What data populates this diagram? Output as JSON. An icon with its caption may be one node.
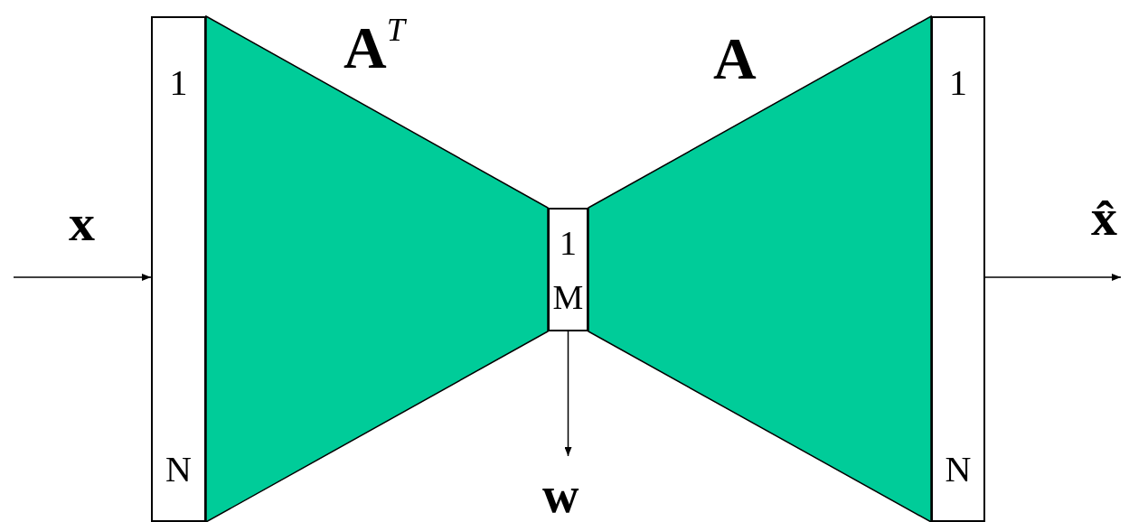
{
  "diagram": {
    "nodes": [
      {
        "text": [
          "1",
          "N"
        ]
      },
      {
        "text": [
          "**A**$^{T}$"
        ]
      },
      {
        "text": [
          "1",
          "M"
        ]
      },
      {
        "text": [
          "A"
        ]
      },
      {
        "text": [
          "1",
          "N"
        ]
      },
      {
        "text": [
          "w"
        ]
      }
    ],
    "edges": [
      {
        "from": null,
        "to": 0,
        "arrow": "to",
        "label": "x"
      },
      {
        "from": 4,
        "to": null,
        "arrow": "to",
        "label": "x̂"
      },
      {
        "from": 2,
        "to": 5,
        "arrow": "to"
      }
    ]
  }
}
